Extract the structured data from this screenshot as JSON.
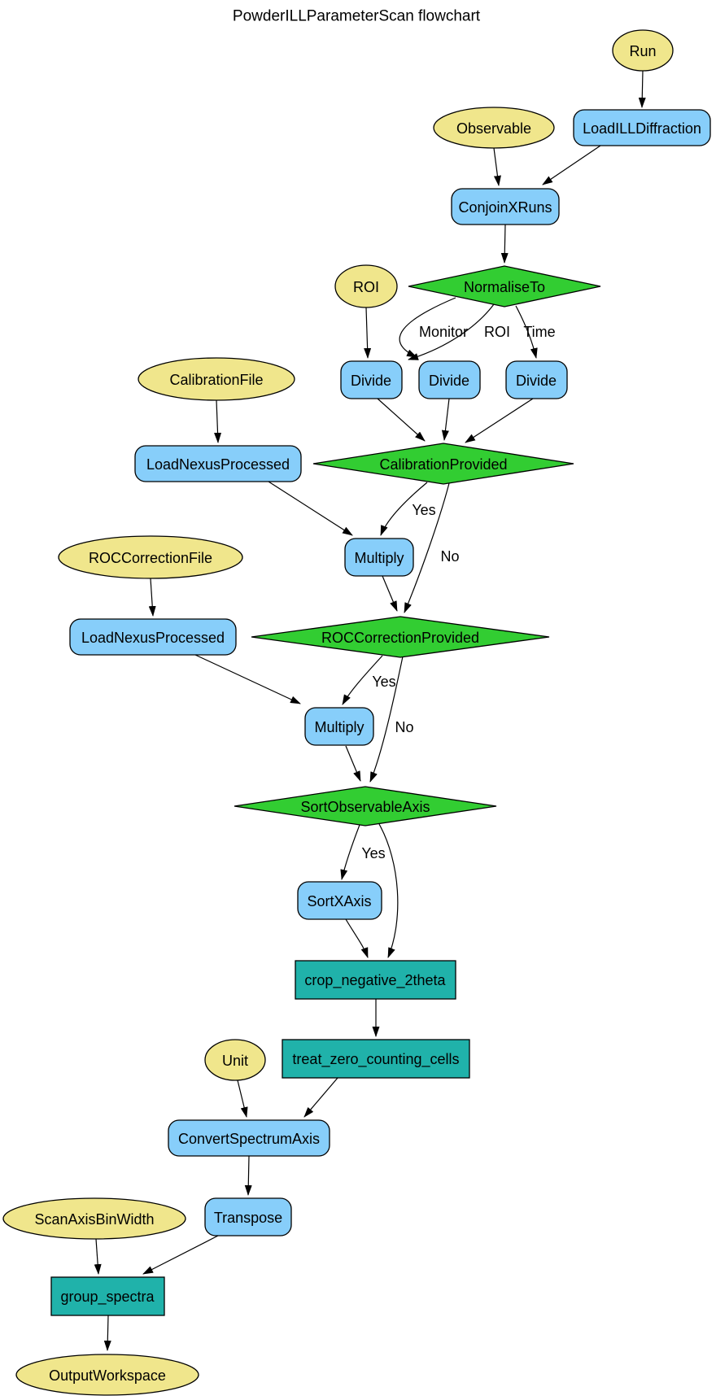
{
  "title": "PowderILLParameterScan flowchart",
  "colors": {
    "background": "#FFFFFF",
    "parameter_fill": "#F0E68C",
    "algorithm_fill": "#87CEFA",
    "decision_fill": "#32CD32",
    "process_fill": "#20B2AA",
    "edge_color": "#000000",
    "text_color": "#000000"
  },
  "nodes": {
    "run": {
      "label": "Run",
      "type": "parameter"
    },
    "observable": {
      "label": "Observable",
      "type": "parameter"
    },
    "roi": {
      "label": "ROI",
      "type": "parameter"
    },
    "calibration_file": {
      "label": "CalibrationFile",
      "type": "parameter"
    },
    "roc_correction_file": {
      "label": "ROCCorrectionFile",
      "type": "parameter"
    },
    "unit": {
      "label": "Unit",
      "type": "parameter"
    },
    "scan_axis_bin_width": {
      "label": "ScanAxisBinWidth",
      "type": "parameter"
    },
    "output_workspace": {
      "label": "OutputWorkspace",
      "type": "parameter"
    },
    "load_ill_diffraction": {
      "label": "LoadILLDiffraction",
      "type": "algorithm"
    },
    "conjoin_x_runs": {
      "label": "ConjoinXRuns",
      "type": "algorithm"
    },
    "normalise_to": {
      "label": "NormaliseTo",
      "type": "decision"
    },
    "divide_monitor": {
      "label": "Divide",
      "type": "algorithm"
    },
    "divide_roi": {
      "label": "Divide",
      "type": "algorithm"
    },
    "divide_time": {
      "label": "Divide",
      "type": "algorithm"
    },
    "calibration_provided": {
      "label": "CalibrationProvided",
      "type": "decision"
    },
    "load_nexus_processed_calibration": {
      "label": "LoadNexusProcessed",
      "type": "algorithm"
    },
    "multiply_calibration": {
      "label": "Multiply",
      "type": "algorithm"
    },
    "roc_correction_provided": {
      "label": "ROCCorrectionProvided",
      "type": "decision"
    },
    "load_nexus_processed_roc": {
      "label": "LoadNexusProcessed",
      "type": "algorithm"
    },
    "multiply_roc": {
      "label": "Multiply",
      "type": "algorithm"
    },
    "sort_observable_axis": {
      "label": "SortObservableAxis",
      "type": "decision"
    },
    "sort_x_axis": {
      "label": "SortXAxis",
      "type": "algorithm"
    },
    "crop_negative_2theta": {
      "label": "crop_negative_2theta",
      "type": "process"
    },
    "treat_zero_counting_cells": {
      "label": "treat_zero_counting_cells",
      "type": "process"
    },
    "convert_spectrum_axis": {
      "label": "ConvertSpectrumAxis",
      "type": "algorithm"
    },
    "transpose": {
      "label": "Transpose",
      "type": "algorithm"
    },
    "group_spectra": {
      "label": "group_spectra",
      "type": "process"
    }
  },
  "edge_labels": {
    "monitor": "Monitor",
    "roi": "ROI",
    "time": "Time",
    "calibration_yes": "Yes",
    "calibration_no": "No",
    "roc_yes": "Yes",
    "roc_no": "No",
    "sort_yes": "Yes"
  }
}
